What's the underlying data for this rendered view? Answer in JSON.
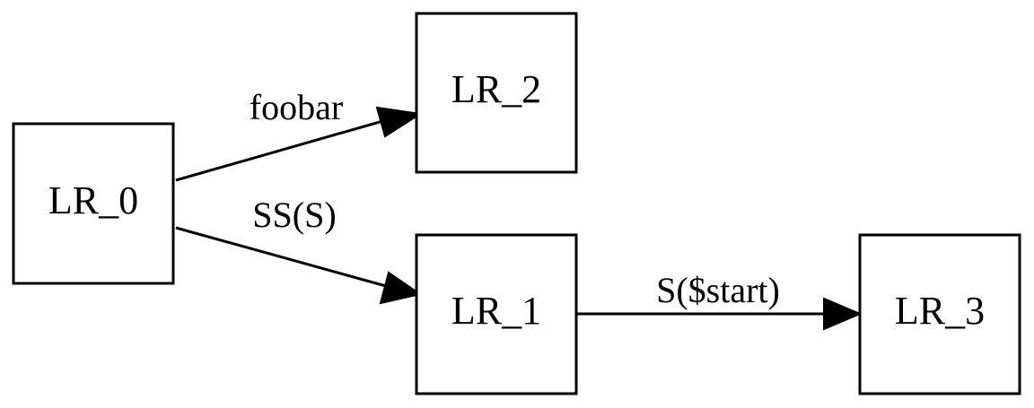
{
  "diagram": {
    "nodes": [
      {
        "id": "lr0",
        "label": "LR_0"
      },
      {
        "id": "lr1",
        "label": "LR_1"
      },
      {
        "id": "lr2",
        "label": "LR_2"
      },
      {
        "id": "lr3",
        "label": "LR_3"
      }
    ],
    "edges": [
      {
        "from": "lr0",
        "to": "lr2",
        "label": "foobar"
      },
      {
        "from": "lr0",
        "to": "lr1",
        "label": "SS(S)"
      },
      {
        "from": "lr1",
        "to": "lr3",
        "label": "S($start)"
      }
    ]
  }
}
